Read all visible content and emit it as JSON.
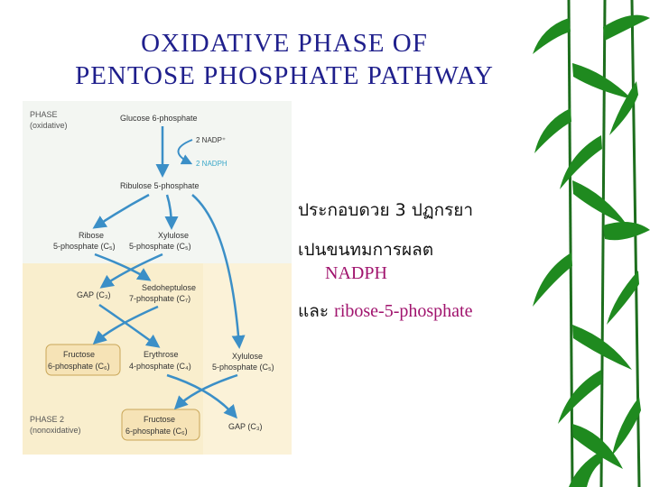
{
  "title": {
    "line1": "OXIDATIVE PHASE OF",
    "line2": "PENTOSE PHOSPHATE PATHWAY"
  },
  "diagram": {
    "phase1_label": "PHASE",
    "phase1_sub": "(oxidative)",
    "phase2_label": "PHASE 2",
    "phase2_sub": "(nonoxidative)",
    "glucose6p": "Glucose 6-phosphate",
    "nadp": "2 NADP⁺",
    "nadph": "2 NADPH",
    "ribulose5p": "Ribulose 5-phosphate",
    "ribose_1": "Ribose",
    "ribose_2": "5-phosphate (C₅)",
    "xylulose_1": "Xylulose",
    "xylulose_2": "5-phosphate (C₅)",
    "gap_c3": "GAP (C₃)",
    "sedo_1": "Sedoheptulose",
    "sedo_2": "7-phosphate (C₇)",
    "fructose_1": "Fructose",
    "fructose_2": "6-phosphate (C₆)",
    "erythrose_1": "Erythrose",
    "erythrose_2": "4-phosphate (C₄)",
    "xylulose2_1": "Xylulose",
    "xylulose2_2": "5-phosphate (C₅)",
    "fructose2_1": "Fructose",
    "fructose2_2": "6-phosphate (C₆)",
    "gap2_c3": "GAP (C₃)"
  },
  "text": {
    "line1": "ประกอบดวย   3  ปฏกรยา",
    "line2": "เปนขนทมการผลต",
    "nadph": "NADPH",
    "and": "และ",
    "ribose": "ribose-5-phosphate"
  },
  "colors": {
    "title": "#1f1f8c",
    "arrow": "#3b8fc7",
    "box_fill": "#f6e3b6",
    "box_border": "#c9a658",
    "phase2_bg": "#fbf2d8",
    "magenta": "#a0136d"
  }
}
